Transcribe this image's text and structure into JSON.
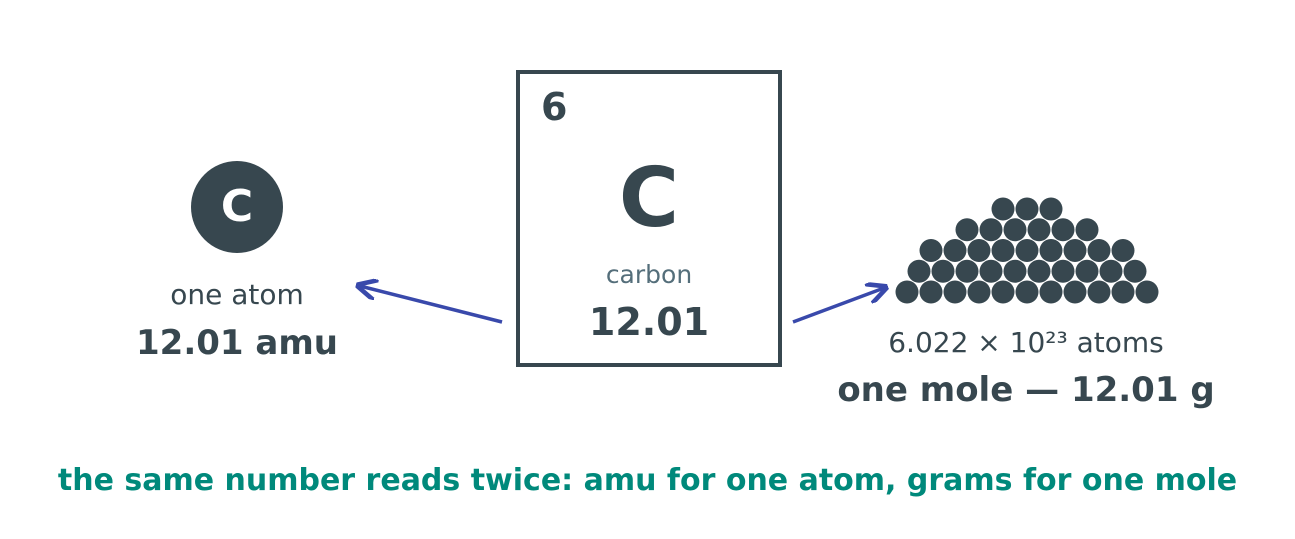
{
  "left": {
    "atom_symbol": "C",
    "caption": "one atom",
    "mass": "12.01 amu"
  },
  "tile": {
    "atomic_number": "6",
    "symbol": "C",
    "name": "carbon",
    "atomic_mass": "12.01"
  },
  "right": {
    "count": "6.022 × 10²³ atoms",
    "caption": "one mole — 12.01 g"
  },
  "footer": "the same number reads twice: amu for one atom, grams for one mole",
  "pile_rows": [
    3,
    6,
    9,
    10,
    11
  ],
  "colors": {
    "ink": "#37474f",
    "muted": "#546e7a",
    "arrow": "#3949ab",
    "accent": "#00897b"
  }
}
